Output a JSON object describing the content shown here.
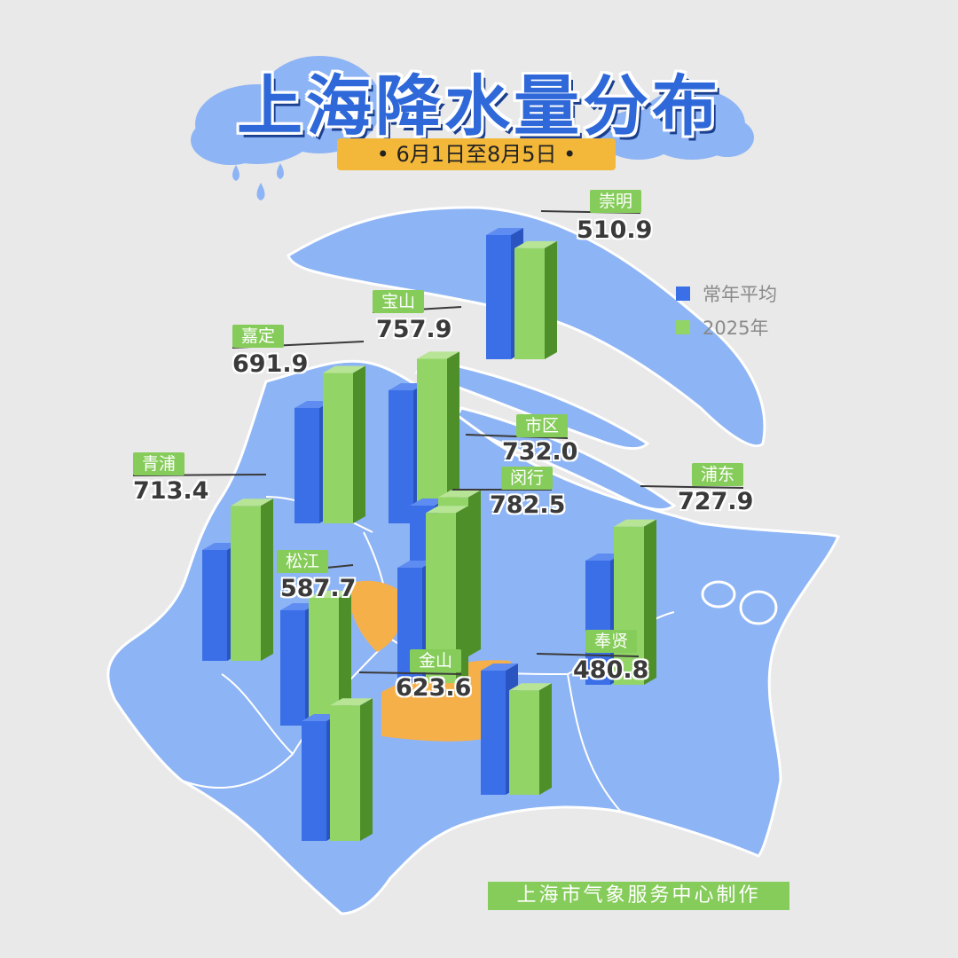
{
  "header": {
    "title": "上海降水量分布",
    "subtitle": "• 6月1日至8月5日 •"
  },
  "legend": {
    "items": [
      {
        "label": "常年平均",
        "color": "#3a6fe8"
      },
      {
        "label": "2025年",
        "color": "#92d466"
      }
    ]
  },
  "credit": "上海市气象服务中心制作",
  "colors": {
    "map_land": "#8db4f5",
    "highlight_area": "#f6b04a",
    "bar_blue": "#3a6fe8",
    "bar_green": "#92d466",
    "label_green": "#86cc5a"
  },
  "chart_data": {
    "type": "bar",
    "categories": [
      "崇明",
      "宝山",
      "嘉定",
      "市区",
      "青浦",
      "闵行",
      "浦东",
      "松江",
      "金山",
      "奉贤"
    ],
    "series": [
      {
        "name": "常年平均",
        "values": [
          null,
          null,
          null,
          null,
          null,
          null,
          null,
          null,
          null,
          null
        ]
      },
      {
        "name": "2025年",
        "values": [
          510.9,
          757.9,
          691.9,
          732.0,
          713.4,
          782.5,
          727.9,
          587.7,
          623.6,
          480.8
        ]
      }
    ],
    "data_labels": [
      "510.9",
      "757.9",
      "691.9",
      "732.0",
      "713.4",
      "782.5",
      "727.9",
      "587.7",
      "623.6",
      "480.8"
    ],
    "legend": "right"
  }
}
